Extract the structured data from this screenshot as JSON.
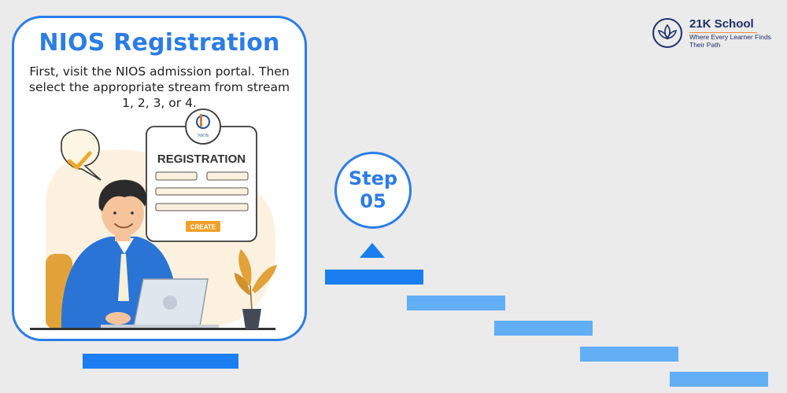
{
  "logo": {
    "name": "21K School",
    "tagline": "Where Every Learner Finds Their Path"
  },
  "card": {
    "title": "NIOS Registration",
    "description": "First, visit the NIOS admission portal. Then select the appropriate stream from stream 1, 2, 3, or 4."
  },
  "form": {
    "badge": "NIOS",
    "heading": "REGISTRATION",
    "button": "CREATE"
  },
  "step": {
    "label": "Step",
    "number": "05"
  },
  "colors": {
    "accent": "#2b7de6",
    "stair_dark": "#1a7ef0",
    "stair_light": "#62aef5",
    "logo_navy": "#1f2f6b",
    "form_button": "#f0a028"
  }
}
